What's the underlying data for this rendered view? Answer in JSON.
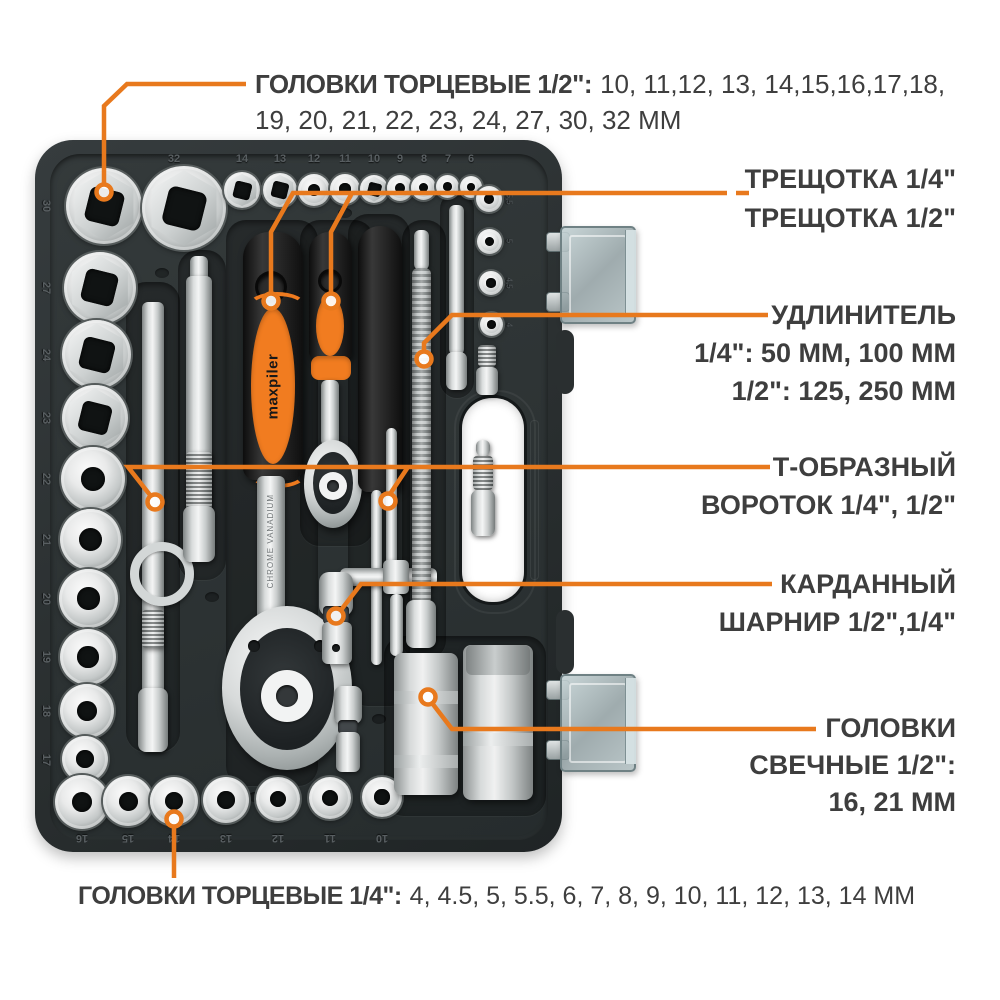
{
  "page": {
    "accent": "#e8791d",
    "text_color": "#3e3e3e"
  },
  "callouts": {
    "sockets_half": {
      "label": "ГОЛОВКИ ТОРЦЕВЫЕ 1/2\":",
      "values_line1": "10, 11,12, 13, 14,15,16,17,18,",
      "values_line2": "19, 20, 21, 22, 23, 24, 27, 30, 32 ММ"
    },
    "ratchets": {
      "line1": "ТРЕЩОТКА 1/4\"",
      "line2": "ТРЕЩОТКА 1/2\""
    },
    "extensions": {
      "line1": "УДЛИНИТЕЛЬ",
      "line2": "1/4\": 50 ММ, 100 ММ",
      "line3": "1/2\": 125, 250 ММ"
    },
    "t_bar": {
      "line1": "Т-ОБРАЗНЫЙ",
      "line2": "ВОРОТОК 1/4\", 1/2\""
    },
    "cardan": {
      "line1": "КАРДАННЫЙ",
      "line2": "ШАРНИР 1/2\",1/4\""
    },
    "spark_sockets": {
      "line1": "ГОЛОВКИ",
      "line2": "СВЕЧНЫЕ 1/2\":",
      "line3": "16, 21 ММ"
    },
    "sockets_quarter": {
      "label": "ГОЛОВКИ ТОРЦЕВЫЕ 1/4\":",
      "values": "4, 4.5, 5, 5.5, 6, 7, 8, 9, 10, 11, 12, 13, 14 ММ"
    }
  },
  "case_markings": {
    "top_row": [
      "32",
      "14",
      "13",
      "12",
      "11",
      "10",
      "9",
      "8",
      "7",
      "6"
    ],
    "left_column": [
      "30",
      "27",
      "24",
      "23",
      "22",
      "21",
      "20",
      "19",
      "18",
      "17"
    ],
    "bottom_row": [
      "16",
      "15",
      "14",
      "13",
      "12",
      "11",
      "10"
    ],
    "mini_column": [
      "5,5",
      "5",
      "4,5",
      "4"
    ],
    "brand": "maxpiler",
    "shaft_text": "CHROME VANADIUM"
  }
}
